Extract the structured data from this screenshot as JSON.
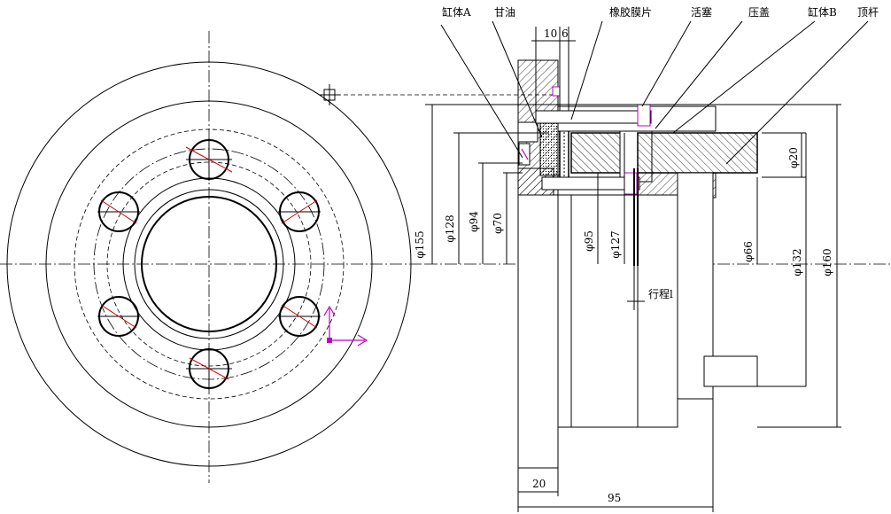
{
  "labels": {
    "cylinder_a": "缸体A",
    "grease": "甘油",
    "rubber_membrane": "橡胶膜片",
    "piston": "活塞",
    "press_cover": "压盖",
    "cylinder_b": "缸体B",
    "ejector_rod": "顶杆",
    "stroke": "行程l"
  },
  "dimensions": {
    "d155": "φ155",
    "d128": "φ128",
    "d94": "φ94",
    "d70": "φ70",
    "d95": "φ95",
    "d127": "φ127",
    "d66": "φ66",
    "d20": "φ20",
    "d132": "φ132",
    "d160": "φ160",
    "w10": "10",
    "w6": "6",
    "w20": "20",
    "w95": "95"
  },
  "colors": {
    "outline": "#000000",
    "bolt_hatch": "#d40000",
    "ucs_marker": "#c000c0"
  }
}
